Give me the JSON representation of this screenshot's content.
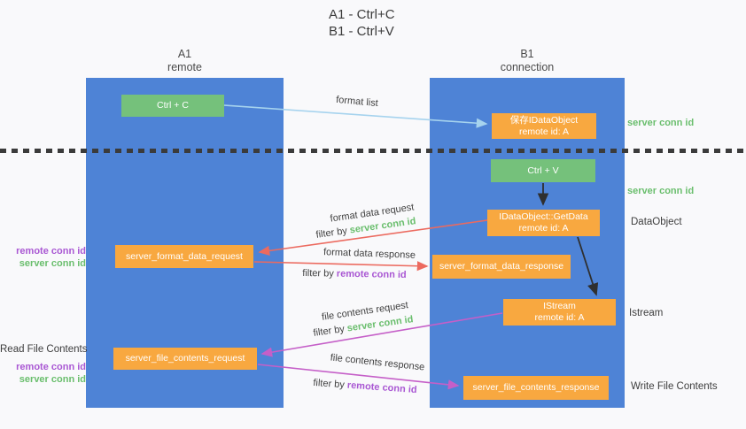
{
  "title": {
    "line1": "A1 - Ctrl+C",
    "line2": "B1 - Ctrl+V"
  },
  "lanes": {
    "a1": {
      "title": "A1",
      "subtitle": "remote"
    },
    "b1": {
      "title": "B1",
      "subtitle": "connection"
    }
  },
  "nodes": {
    "ctrl_c": {
      "label": "Ctrl + C"
    },
    "ctrl_v": {
      "label": "Ctrl + V"
    },
    "save_idataobject": {
      "line1": "保存IDataObject",
      "line2": "remote id: A"
    },
    "getdata": {
      "line1": "IDataObject::GetData",
      "line2": "remote id: A"
    },
    "istream": {
      "line1": "IStream",
      "line2": "remote id: A"
    },
    "server_format_data_request": {
      "label": "server_format_data_request"
    },
    "server_format_data_response": {
      "label": "server_format_data_response"
    },
    "server_file_contents_request": {
      "label": "server_file_contents_request"
    },
    "server_file_contents_response": {
      "label": "server_file_contents_response"
    }
  },
  "side_labels": {
    "server_conn_id_top": "server conn id",
    "server_conn_id_mid": "server conn id",
    "dataobject": "DataObject",
    "istream": "Istream",
    "write_file_contents": "Write File Contents",
    "read_file_contents": "Read File Contents",
    "format_req_remote": "remote conn id",
    "format_req_server": "server conn id",
    "file_req_remote": "remote conn id",
    "file_req_server": "server conn id"
  },
  "edge_labels": {
    "format_list": "format list",
    "format_data_request": "format data request",
    "format_data_response": "format data response",
    "file_contents_request": "file contents request",
    "file_contents_response": "file contents response",
    "filter_by": "filter by",
    "server_conn_id": "server conn id",
    "remote_conn_id": "remote conn id"
  },
  "colors": {
    "lane_blue": "#4e83d6",
    "node_green": "#75c17b",
    "node_orange": "#f8a840",
    "text_green": "#6abe6d",
    "text_purple": "#a957d3",
    "arrow_lightblue": "#a6d3ee",
    "arrow_red": "#ec6a5f",
    "arrow_magenta": "#c55fc8",
    "arrow_black": "#2f2f2f"
  }
}
